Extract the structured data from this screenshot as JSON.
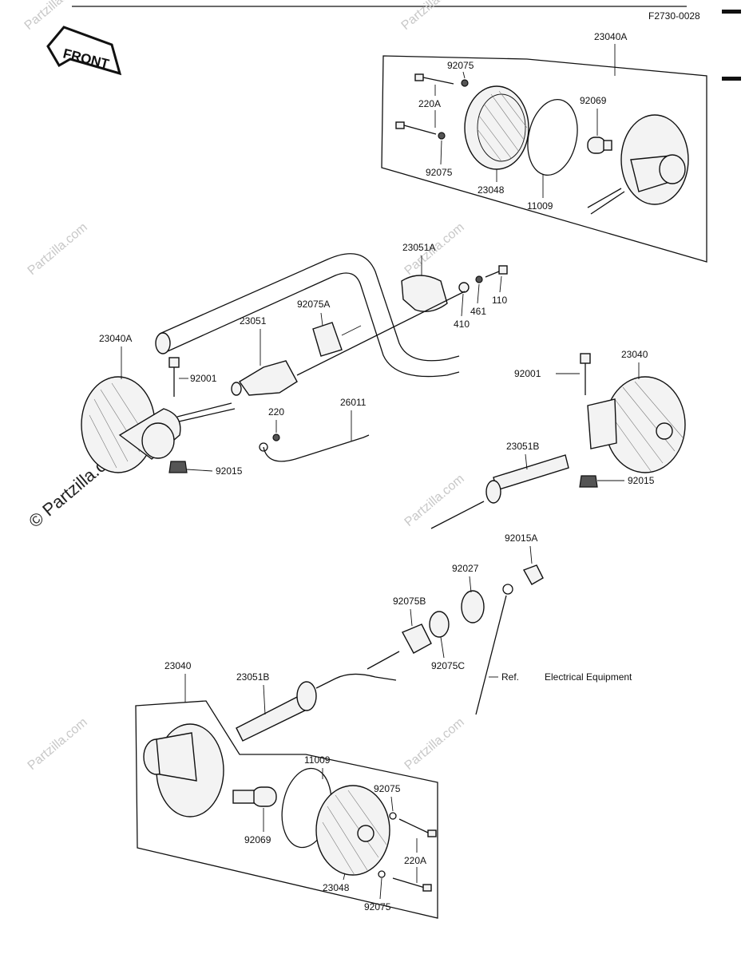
{
  "doc_code": "F2730-0028",
  "front_badge": "FRONT",
  "ref_note": {
    "prefix": "Ref.",
    "text": "Electrical Equipment"
  },
  "watermark": "© Partzilla.com",
  "watermark_faint": "Partzilla.com",
  "labels": {
    "top_23040A": "23040A",
    "top_92075_a": "92075",
    "top_220A": "220A",
    "top_92075_b": "92075",
    "top_92069": "92069",
    "top_23048": "23048",
    "top_11009": "11009",
    "mid_23051A": "23051A",
    "mid_92075A": "92075A",
    "mid_23051": "23051",
    "mid_410": "410",
    "mid_461": "461",
    "mid_110": "110",
    "left_23040A": "23040A",
    "left_92001": "92001",
    "left_92015": "92015",
    "mid_220": "220",
    "mid_26011": "26011",
    "right_92001": "92001",
    "right_23040": "23040",
    "right_23051B": "23051B",
    "right_92015": "92015",
    "low_92015A": "92015A",
    "low_92027": "92027",
    "low_92075B": "92075B",
    "low_92075C": "92075C",
    "bot_23040": "23040",
    "bot_23051B": "23051B",
    "bot_11009": "11009",
    "bot_92075_a": "92075",
    "bot_220A": "220A",
    "bot_92069": "92069",
    "bot_23048": "23048",
    "bot_92075_b": "92075"
  }
}
